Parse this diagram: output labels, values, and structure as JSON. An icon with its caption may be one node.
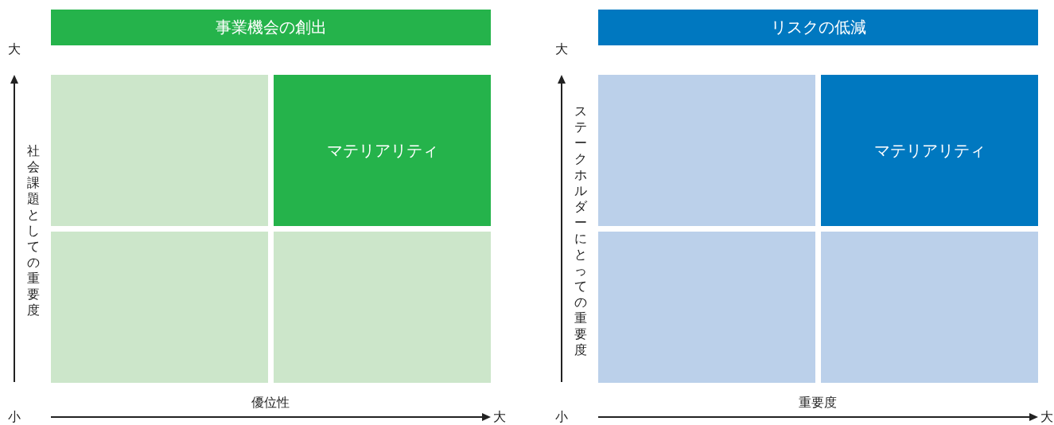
{
  "diagram": {
    "nodes": [
      {
        "text": [
          "事業機会の創出"
        ]
      },
      {
        "text": [],
        "shape": "box"
      },
      {
        "text": [
          "マテリアリティ"
        ]
      },
      {
        "text": [],
        "shape": "box"
      },
      {
        "text": [],
        "shape": "box"
      },
      {
        "text": [
          "リスクの低減"
        ]
      },
      {
        "text": [],
        "shape": "box"
      },
      {
        "text": [
          "マテリアリティ"
        ]
      },
      {
        "text": [],
        "shape": "box"
      },
      {
        "text": [],
        "shape": "box"
      }
    ],
    "labels": [
      "大",
      "社会課題としての重要度",
      "優位性",
      "小",
      "大",
      "大",
      "ステークホルダーにとっての重要度",
      "重要度",
      "小",
      "大"
    ]
  }
}
